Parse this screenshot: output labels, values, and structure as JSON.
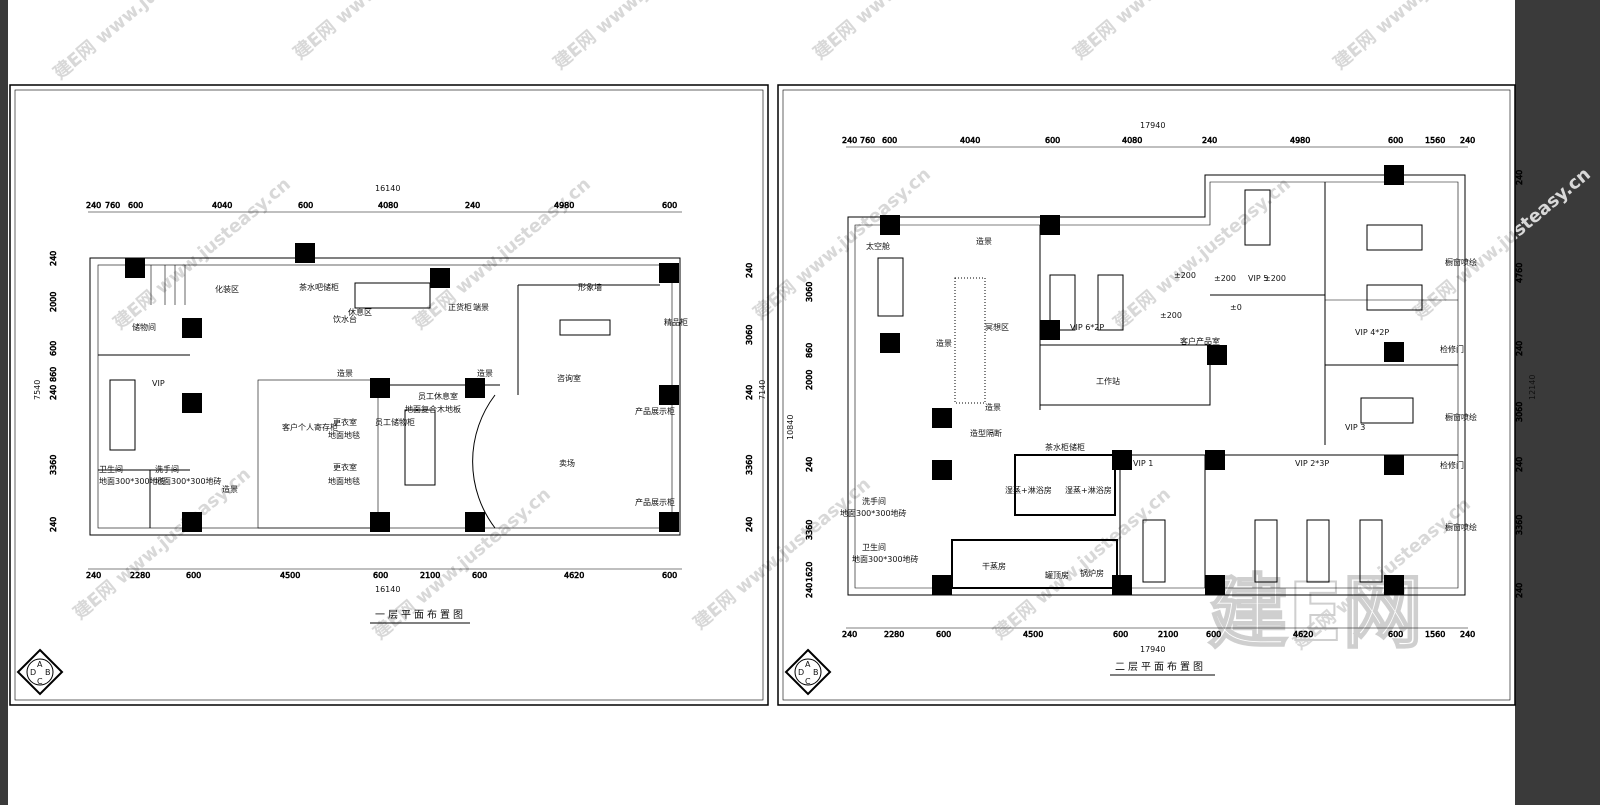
{
  "watermark": "建E网 www.justeasy.cn",
  "logo_text": "建E网",
  "plan1": {
    "title": "一层平面布置图",
    "total_top": "16140",
    "total_bottom": "16140",
    "total_left": "7540",
    "total_right": "7140",
    "dims_top": [
      "240",
      "760",
      "600",
      "4040",
      "600",
      "4080",
      "240",
      "4980",
      "600"
    ],
    "dims_bottom": [
      "240",
      "2280",
      "600",
      "4500",
      "600",
      "2100",
      "600",
      "4620",
      "600"
    ],
    "dims_left": [
      "240",
      "2000",
      "600",
      "860",
      "240",
      "3360",
      "240"
    ],
    "dims_right": [
      "240",
      "3060",
      "240",
      "3360",
      "240"
    ],
    "rooms": [
      "化装区",
      "茶水吧储柜",
      "饮水台",
      "休息区",
      "正货柜",
      "端景",
      "形象墙",
      "储物间",
      "精品柜",
      "VIP",
      "造景",
      "咨询室",
      "造景",
      "员工休息室",
      "地面复合木地板",
      "客户个人寄存柜",
      "更衣室",
      "地面地毯",
      "员工储物柜",
      "卖场",
      "产品展示柜",
      "更衣室",
      "地面地毯",
      "卫生间",
      "地面300*300地砖",
      "洗手间",
      "地面300*300地砖",
      "造景",
      "产品展示柜"
    ],
    "compass": [
      "D",
      "A",
      "B",
      "C"
    ]
  },
  "plan2": {
    "title": "二层平面布置图",
    "total_top": "17940",
    "total_bottom": "17940",
    "total_left": "10840",
    "total_right": "12140",
    "dims_top": [
      "240",
      "760",
      "600",
      "4040",
      "600",
      "4080",
      "240",
      "4980",
      "600",
      "1560",
      "240"
    ],
    "dims_bottom": [
      "240",
      "2280",
      "600",
      "4500",
      "600",
      "2100",
      "600",
      "4620",
      "600",
      "1560",
      "240"
    ],
    "dims_left": [
      "3060",
      "860",
      "2000",
      "240",
      "3360",
      "1620",
      "240"
    ],
    "dims_right": [
      "240",
      "4760",
      "240",
      "3060",
      "240",
      "3360",
      "240"
    ],
    "rooms": [
      "太空舱",
      "造景",
      "VIP 6*2P",
      "±200",
      "±200",
      "±200",
      "±200",
      "±0",
      "VIP 5",
      "VIP 4*2P",
      "冥想区",
      "造景",
      "客户产品室",
      "工作站",
      "造景",
      "造型隔断",
      "检修门",
      "VIP 3",
      "橱窗喷绘",
      "橱窗喷绘",
      "橱窗喷绘",
      "茶水柜储柜",
      "VIP 1",
      "VIP 2*3P",
      "检修门",
      "湿蒸+淋浴房",
      "湿蒸+淋浴房",
      "洗手间",
      "地面300*300地砖",
      "卫生间",
      "地面300*300地砖",
      "干蒸房",
      "罐顶房",
      "锅炉房"
    ],
    "compass": [
      "D",
      "A",
      "B",
      "C"
    ]
  }
}
